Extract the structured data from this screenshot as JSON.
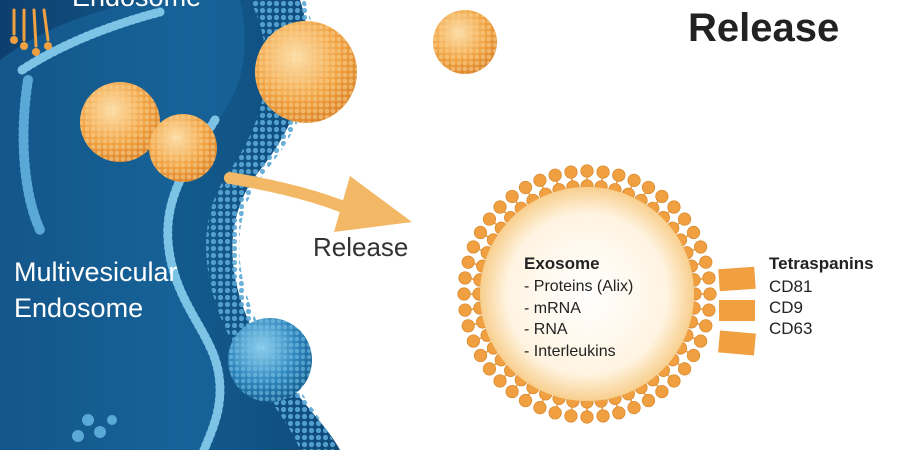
{
  "title": "Release",
  "arrow_label": "Release",
  "compartment_label_lines": [
    "Multivesicular",
    "Endosome"
  ],
  "top_cut_label": "Endosome",
  "exosome": {
    "title": "Exosome",
    "contents": [
      "- Proteins (Alix)",
      "- mRNA",
      "- RNA",
      "- Interleukins"
    ]
  },
  "tetraspanins": {
    "title": "Tetraspanins",
    "items": [
      "CD81",
      "CD9",
      "CD63"
    ]
  },
  "colors": {
    "endosome_dark": "#0b3a66",
    "endosome_mid": "#1f6ea3",
    "endosome_light": "#5ab0d8",
    "vesicle_orange": "#f0a040",
    "vesicle_light": "#fbe3bd",
    "arrow": "#f2b866",
    "title_text": "#222222"
  }
}
